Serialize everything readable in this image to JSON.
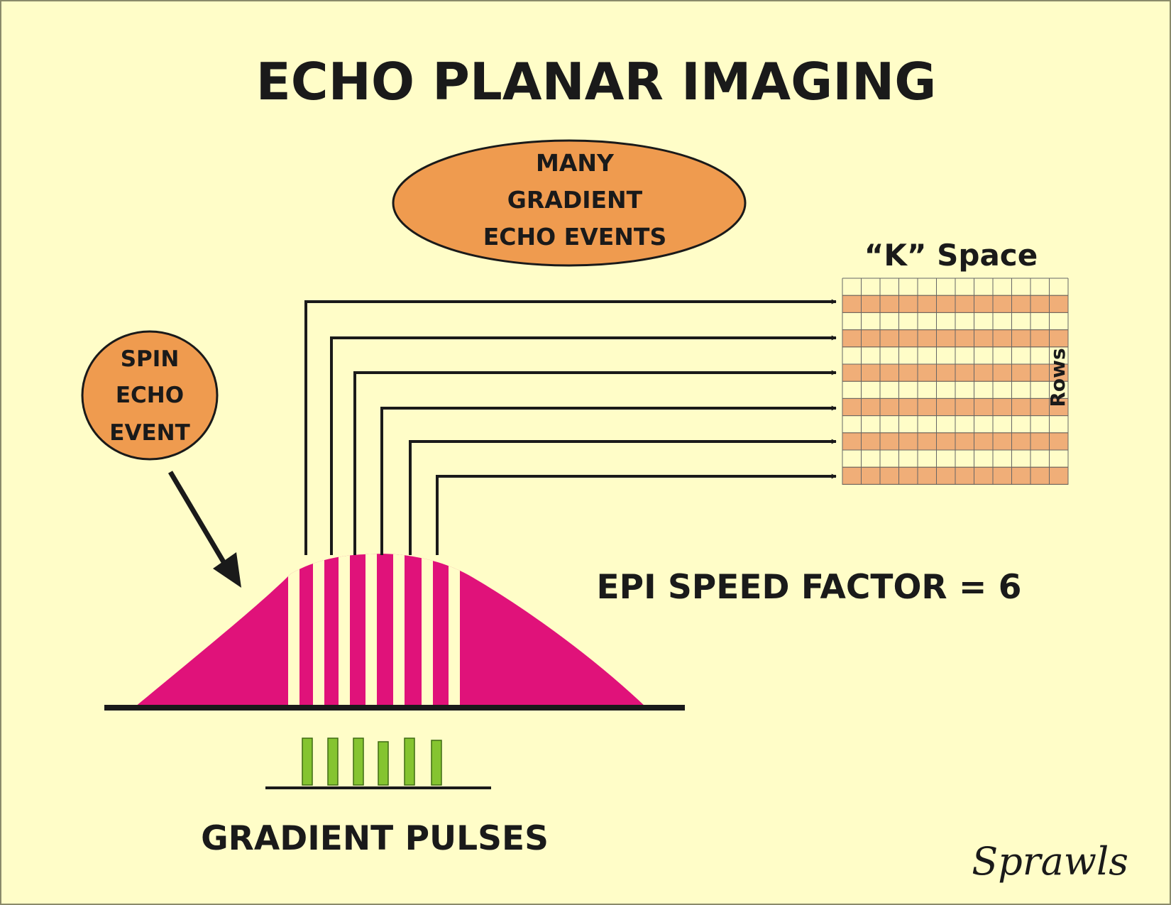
{
  "title": "ECHO PLANAR IMAGING",
  "gradient_ellipse": {
    "lines": [
      "MANY",
      "GRADIENT",
      "ECHO EVENTS"
    ]
  },
  "spin_circle": {
    "lines": [
      "SPIN",
      "ECHO",
      "EVENT"
    ]
  },
  "kspace": {
    "title": "“K” Space",
    "side_label": "Rows",
    "rows": 12,
    "cols": 12,
    "filled_rows": 6
  },
  "speed_factor_label": "EPI SPEED FACTOR = 6",
  "pulses_label": "GRADIENT PULSES",
  "signature": "Sprawls",
  "echo_count": 6,
  "colors": {
    "background": "#FFFDC8",
    "orange": "#EF9B4F",
    "kspace_fill": "#F0AE78",
    "magenta": "#E0127A",
    "green": "#85C430",
    "ink": "#1a1a1a"
  }
}
